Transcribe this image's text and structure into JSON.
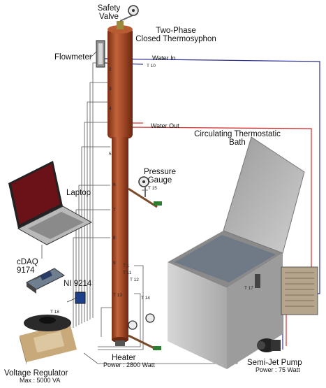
{
  "labels": {
    "safety_valve_line1": "Safety",
    "safety_valve_line2": "Valve",
    "thermosyphon_line1": "Two-Phase",
    "thermosyphon_line2": "Closed Thermosyphon",
    "flowmeter": "Flowmeter",
    "water_in": "Water In",
    "water_out": "Water Out",
    "bath_line1": "Circulating Thermostatic",
    "bath_line2": "Bath",
    "pressure_gauge_line1": "Pressure",
    "pressure_gauge_line2": "Gauge",
    "laptop": "Laptop",
    "cdaq_line1": "cDAQ",
    "cdaq_line2": "9174",
    "ni_module": "NI 9214",
    "heater": "Heater",
    "heater_power": "Power : 2800 Watt",
    "pump": "Semi-Jet Pump",
    "pump_power": "Power : 75 Watt",
    "regulator": "Voltage Regulator",
    "regulator_max": "Max : 5000 VA"
  },
  "thermocouples": {
    "t10": "T 10",
    "t15": "T 15",
    "t17": "T 17",
    "t18": "T 18",
    "t12": "T 12",
    "t14": "T 14",
    "t2": "2",
    "t3": "3",
    "t4": "4",
    "t5": "5",
    "t6": "6",
    "t7": "7",
    "t8": "8",
    "t9": "9",
    "t11": "T 11",
    "t13": "T 13",
    "t1": "T 1"
  },
  "colors": {
    "tube": "#8b3a1e",
    "tube_highlight": "#c2643b",
    "water_in_line": "#2b2f8f",
    "water_out_line": "#d42a2a",
    "wires": "#555555",
    "bath_body": "#bdbdbd",
    "bath_water": "#6f7a86",
    "laptop_screen": "#6a1217"
  }
}
